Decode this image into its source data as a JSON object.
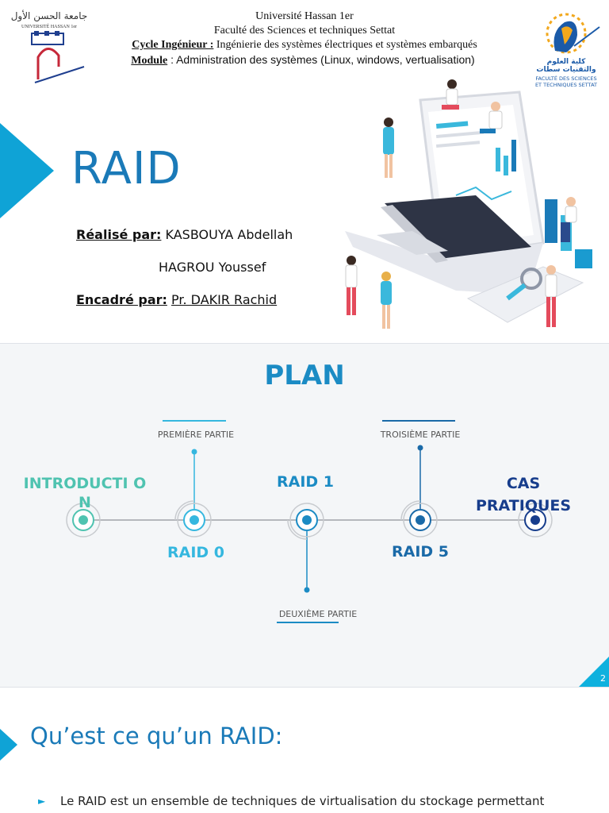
{
  "slide1": {
    "university_arabic": "جامعة الحسن الأول",
    "university_latin": "UNIVERSITÉ HASSAN 1er",
    "header_line1": "Université Hassan 1er",
    "header_line2": "Faculté des Sciences et techniques Settat",
    "cycle_label": "Cycle Ingénieur :",
    "cycle_value": " Ingénierie des systèmes électriques et systèmes embarqués",
    "module_label": "Module",
    "module_value": " : Administration des systèmes (Linux, windows, vertualisation)",
    "faculty_arabic_1": "كلية العلوم",
    "faculty_arabic_2": "والتقنيات سطات",
    "faculty_latin_1": "FACULTÉ DES SCIENCES",
    "faculty_latin_2": "ET TECHNIQUES SETTAT",
    "title": "RAID",
    "realise_label": "Réalisé par:",
    "author1": " KASBOUYA Abdellah",
    "author2": "HAGROU Youssef",
    "encadre_label": "Encadré par:",
    "supervisor": "Pr. DAKIR Rachid"
  },
  "slide2": {
    "title": "PLAN",
    "parts": {
      "first": "PREMIÈRE PARTIE",
      "second": "DEUXIÈME PARTIE",
      "third": "TROISIÈME PARTIE"
    },
    "nodes": {
      "intro": "INTRODUCTI ON",
      "raid0": "RAID 0",
      "raid1": "RAID 1",
      "raid5": "RAID 5",
      "cas": "CAS PRATIQUES"
    },
    "page_number": "2",
    "colors": {
      "teal": "#4fc3b0",
      "cyan": "#35b7df",
      "blue": "#1b8bc4",
      "navy": "#173d8c"
    }
  },
  "slide3": {
    "title": "Qu’est ce qu’un RAID:",
    "bullet_symbol": "►",
    "bullet_text": "Le RAID est un ensemble de techniques de virtualisation du stockage permettant"
  }
}
